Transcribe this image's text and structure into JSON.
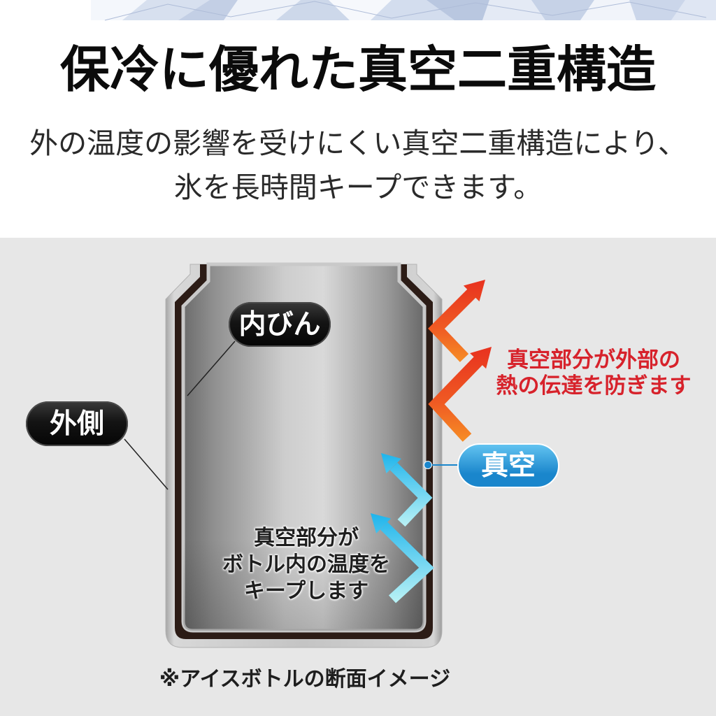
{
  "title": "保冷に優れた真空二重構造",
  "description": {
    "line1": "外の温度の影響を受けにくい真空二重構造により、",
    "line2": "氷を長時間キープできます。"
  },
  "diagram": {
    "labels": {
      "inner_bottle": "内びん",
      "outer_wall": "外側",
      "vacuum": "真空"
    },
    "outside_note": {
      "line1": "真空部分が外部の",
      "line2": "熱の伝達を防ぎます"
    },
    "inside_note": {
      "line1": "真空部分が",
      "line2": "ボトル内の温度を",
      "line3": "キープします"
    },
    "caption": "※アイスボトルの断面イメージ"
  },
  "colors": {
    "label_dark": "#141414",
    "vacuum_blue": "#1a86cc",
    "vacuum_blue_light": "#62c3f0",
    "heat_red": "#e8321f",
    "heat_orange": "#f68b25",
    "cold_cyan": "#1eb4ec",
    "cold_pale": "#b6f0f5",
    "note_red": "#d7222b",
    "panel_gray": "#e7e7e7"
  }
}
